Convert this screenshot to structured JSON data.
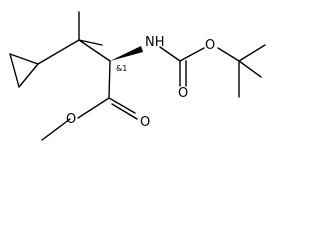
{
  "molecule": {
    "atoms": {
      "nh": "NH",
      "o_carbamate_single": "O",
      "o_carbamate_double": "O",
      "o_ester_single": "O",
      "o_ester_double": "O"
    },
    "stereo_annotation": "&1"
  },
  "colors": {
    "bond": "#000000",
    "text": "#000000",
    "background": "#ffffff"
  }
}
